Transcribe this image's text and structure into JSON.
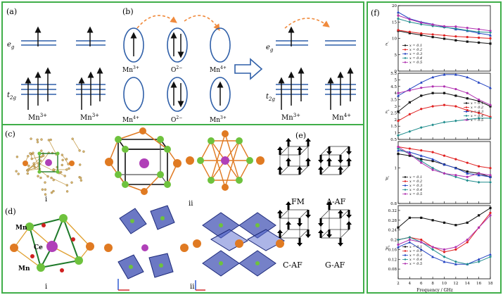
{
  "colors": {
    "frame": "#3fae49",
    "level": "#2f5fa8",
    "hop": "#f08a3c",
    "mn": "#e07a22",
    "o": "#6ec23d",
    "ce": "#b040b8",
    "octa": "#3a4bb0"
  },
  "panel_a": {
    "label": "(a)",
    "eg": "e",
    "eg_sub": "g",
    "t2g": "t",
    "t2g_sub": "2g",
    "ion_left": "Mn",
    "ion_left_sup": "3+",
    "ion_right": "Mn",
    "ion_right_sup": "3+"
  },
  "panel_b": {
    "label": "(b)",
    "top_labels": [
      {
        "t": "Mn",
        "s": "3+"
      },
      {
        "t": "O",
        "s": "2−"
      },
      {
        "t": "Mn",
        "s": "4+"
      }
    ],
    "bottom_labels": [
      {
        "t": "Mn",
        "s": "4+"
      },
      {
        "t": "O",
        "s": "2−"
      },
      {
        "t": "Mn",
        "s": "3+"
      }
    ],
    "eg": "e",
    "eg_sub": "g",
    "t2g": "t",
    "t2g_sub": "2g",
    "res_left": "Mn",
    "res_left_sup": "3+",
    "res_right": "Mn",
    "res_right_sup": "4+"
  },
  "panel_c": {
    "label": "(c)",
    "sub_i": "i",
    "sub_ii": "ii"
  },
  "panel_d": {
    "label": "(d)",
    "sub_i": "i",
    "sub_ii": "ii",
    "atom_mn": "Mn",
    "atom_ce": "Ce",
    "atom_mn2": "Mn"
  },
  "panel_e": {
    "label": "(e)",
    "orders": [
      "FM",
      "A-AF",
      "C-AF",
      "G-AF"
    ]
  },
  "panel_f": {
    "label": "(f)",
    "xlabel": "Frequency / GHz",
    "legend": [
      "x = 0.1",
      "x = 0.2",
      "x = 0.3",
      "x = 0.4",
      "x = 0.5"
    ],
    "series_colors": [
      "#111111",
      "#e02020",
      "#2040c0",
      "#1e8c8c",
      "#b030b0"
    ]
  },
  "chart_data": [
    {
      "type": "line",
      "ylabel": "ε′",
      "ylim": [
        0,
        20
      ],
      "yticks": [
        0,
        5,
        10,
        15,
        20
      ],
      "x": [
        2,
        4,
        6,
        8,
        10,
        12,
        14,
        16,
        18
      ],
      "series": [
        {
          "name": "x = 0.1",
          "values": [
            12.3,
            11.6,
            11.0,
            10.4,
            9.9,
            9.4,
            9.0,
            8.7,
            8.4
          ]
        },
        {
          "name": "x = 0.2",
          "values": [
            12.5,
            12.0,
            11.5,
            11.2,
            10.9,
            10.6,
            10.4,
            10.2,
            10.0
          ]
        },
        {
          "name": "x = 0.3",
          "values": [
            18.0,
            16.0,
            15.0,
            14.3,
            13.5,
            12.8,
            12.3,
            11.6,
            11.0
          ]
        },
        {
          "name": "x = 0.4",
          "values": [
            16.0,
            15.0,
            14.3,
            13.8,
            13.4,
            13.0,
            12.4,
            12.0,
            11.8
          ]
        },
        {
          "name": "x = 0.5",
          "values": [
            17.0,
            15.8,
            14.8,
            14.2,
            13.7,
            13.6,
            13.2,
            12.8,
            12.3
          ]
        }
      ]
    },
    {
      "type": "line",
      "ylabel": "ε″",
      "ylim": [
        0.5,
        5.5
      ],
      "yticks": [
        0.5,
        1.0,
        1.5,
        2.0,
        2.5,
        3.0,
        3.5,
        4.0,
        4.5,
        5.0,
        5.5
      ],
      "x": [
        2,
        4,
        6,
        8,
        10,
        12,
        14,
        16,
        18
      ],
      "series": [
        {
          "name": "x = 0.1",
          "values": [
            2.6,
            3.3,
            3.8,
            4.0,
            4.0,
            3.8,
            3.6,
            3.4,
            3.0
          ]
        },
        {
          "name": "x = 0.2",
          "values": [
            1.9,
            2.4,
            2.8,
            3.0,
            3.1,
            3.0,
            2.7,
            2.5,
            2.2
          ]
        },
        {
          "name": "x = 0.3",
          "values": [
            3.8,
            4.3,
            4.8,
            5.2,
            5.4,
            5.4,
            5.2,
            4.8,
            4.4
          ]
        },
        {
          "name": "x = 0.4",
          "values": [
            0.8,
            1.1,
            1.4,
            1.6,
            1.8,
            1.9,
            2.0,
            2.1,
            2.1
          ]
        },
        {
          "name": "x = 0.5",
          "values": [
            4.0,
            4.2,
            4.4,
            4.5,
            4.5,
            4.3,
            4.0,
            3.5,
            3.1
          ]
        }
      ]
    },
    {
      "type": "line",
      "ylabel": "μ′",
      "ylim": [
        0.8,
        1.15
      ],
      "yticks": [
        0.8,
        1.0
      ],
      "x": [
        2,
        4,
        6,
        8,
        10,
        12,
        14,
        16,
        18
      ],
      "series": [
        {
          "name": "x = 0.1",
          "values": [
            1.08,
            1.07,
            1.05,
            1.04,
            1.02,
            1.0,
            0.98,
            0.97,
            0.95
          ]
        },
        {
          "name": "x = 0.2",
          "values": [
            1.12,
            1.11,
            1.1,
            1.09,
            1.07,
            1.05,
            1.03,
            1.01,
            1.0
          ]
        },
        {
          "name": "x = 0.3",
          "values": [
            1.1,
            1.09,
            1.07,
            1.05,
            1.02,
            1.0,
            0.97,
            0.96,
            0.95
          ]
        },
        {
          "name": "x = 0.4",
          "values": [
            1.11,
            1.08,
            1.04,
            1.0,
            0.97,
            0.95,
            0.93,
            0.92,
            0.92
          ]
        },
        {
          "name": "x = 0.5",
          "values": [
            1.12,
            1.08,
            1.03,
            0.99,
            0.97,
            0.96,
            0.95,
            0.97,
            0.96
          ]
        }
      ]
    },
    {
      "type": "line",
      "ylabel": "μ″",
      "ylim": [
        0.04,
        0.34
      ],
      "yticks": [
        0.08,
        0.12,
        0.16,
        0.2,
        0.24,
        0.28,
        0.32
      ],
      "xlim": [
        2,
        18
      ],
      "xticks": [
        2,
        4,
        6,
        8,
        10,
        12,
        14,
        16,
        18
      ],
      "x": [
        2,
        4,
        6,
        8,
        10,
        12,
        14,
        16,
        18
      ],
      "series": [
        {
          "name": "x = 0.1",
          "values": [
            0.25,
            0.29,
            0.29,
            0.28,
            0.27,
            0.26,
            0.27,
            0.3,
            0.33
          ]
        },
        {
          "name": "x = 0.2",
          "values": [
            0.2,
            0.21,
            0.2,
            0.17,
            0.15,
            0.16,
            0.19,
            0.25,
            0.31
          ]
        },
        {
          "name": "x = 0.3",
          "values": [
            0.17,
            0.19,
            0.16,
            0.13,
            0.11,
            0.1,
            0.1,
            0.12,
            0.14
          ]
        },
        {
          "name": "x = 0.4",
          "values": [
            0.2,
            0.21,
            0.19,
            0.16,
            0.13,
            0.11,
            0.1,
            0.11,
            0.13
          ]
        },
        {
          "name": "x = 0.5",
          "values": [
            0.18,
            0.2,
            0.19,
            0.17,
            0.16,
            0.17,
            0.2,
            0.25,
            0.3
          ]
        }
      ]
    }
  ]
}
